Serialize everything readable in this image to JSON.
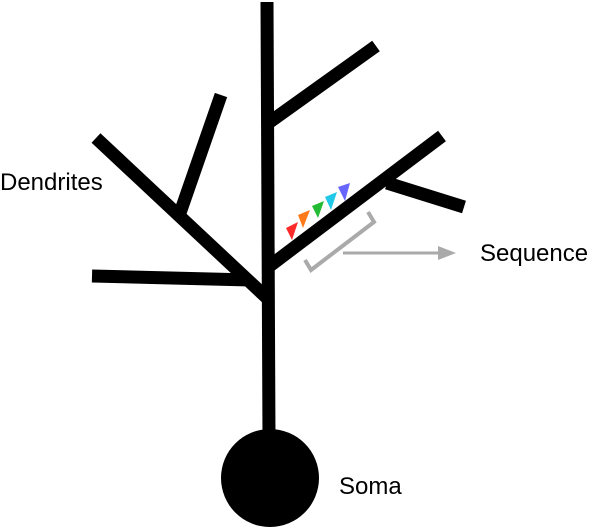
{
  "labels": {
    "dendrites": "Dendrites",
    "sequence": "Sequence",
    "soma": "Soma"
  },
  "colors": {
    "neuron": "#000000",
    "bracket": "#aaaaaa",
    "arrow": "#aaaaaa",
    "synapses": [
      "#ff2a2a",
      "#ff7a1a",
      "#22bb33",
      "#22c8e8",
      "#6666ff"
    ]
  },
  "shapes": {
    "cell_body": "circle",
    "synapse_marker": "triangle"
  }
}
